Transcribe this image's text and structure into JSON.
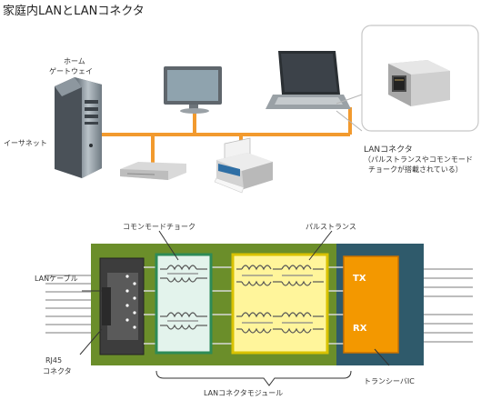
{
  "title": "家庭内LANとLANコネクタ",
  "labels": {
    "gateway_line1": "ホーム",
    "gateway_line2": "ゲートウェイ",
    "ethernet": "イーサネット",
    "lan_connector": "LANコネクタ",
    "lan_connector_note1": "（パルストランスやコモンモード",
    "lan_connector_note2": "チョークが搭載されている）"
  },
  "bottom": {
    "common_mode_choke": "コモンモードチョーク",
    "pulse_transformer": "パルストランス",
    "lan_cable": "LANケーブル",
    "rj45_line1": "RJ45",
    "rj45_line2": "コネクタ",
    "tx": "TX",
    "rx": "RX",
    "transceiver_ic": "トランシーバIC",
    "module": "LANコネクタモジュール"
  },
  "colors": {
    "network_line": "#f29a2e",
    "board": "#6b8e2a",
    "board_dark": "#2f5a6b",
    "choke_fill": "#e3f3ec",
    "transformer_fill": "#fff59b",
    "ic_fill": "#f39800"
  }
}
